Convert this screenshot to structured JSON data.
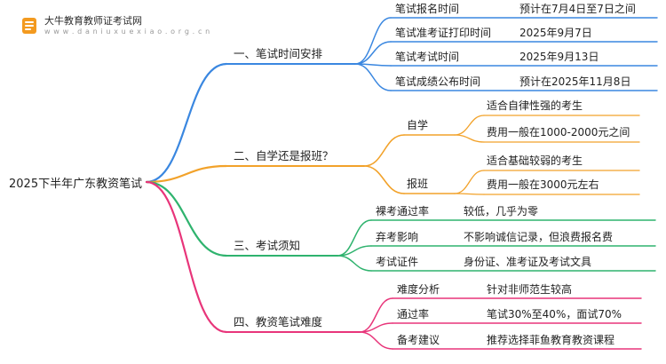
{
  "logo": {
    "title": "大牛教育教师证考试网",
    "url": "w w w . d a n i u x u e x i a o . o r g . c n"
  },
  "root": {
    "label": "2025下半年广东教资笔试"
  },
  "branches": [
    {
      "label": "一、笔试时间安排",
      "color": "#3a87e0",
      "items": [
        {
          "label": "笔试报名时间",
          "value": "预计在7月4日至7日之间"
        },
        {
          "label": "笔试准考证打印时间",
          "value": "2025年9月7日"
        },
        {
          "label": "笔试考试时间",
          "value": "2025年9月13日"
        },
        {
          "label": "笔试成绩公布时间",
          "value": "预计在2025年11月8日"
        }
      ]
    },
    {
      "label": "二、自学还是报班？",
      "color": "#f2a22a",
      "items": [
        {
          "label": "自学",
          "values": [
            "适合自律性强的考生",
            "费用一般在1000-2000元之间"
          ]
        },
        {
          "label": "报班",
          "values": [
            "适合基础较弱的考生",
            "费用一般在3000元左右"
          ]
        }
      ]
    },
    {
      "label": "三、考试须知",
      "color": "#2fb36e",
      "items": [
        {
          "label": "裸考通过率",
          "value": "较低，几乎为零"
        },
        {
          "label": "弃考影响",
          "value": "不影响诚信记录，但浪费报名费"
        },
        {
          "label": "考试证件",
          "value": "身份证、准考证及考试文具"
        }
      ]
    },
    {
      "label": "四、教资笔试难度",
      "color": "#e8357a",
      "items": [
        {
          "label": "难度分析",
          "value": "针对非师范生较高"
        },
        {
          "label": "通过率",
          "value": "笔试30%至40%，面试70%"
        },
        {
          "label": "备考建议",
          "value": "推荐选择菲鱼教育教资课程"
        }
      ]
    }
  ]
}
